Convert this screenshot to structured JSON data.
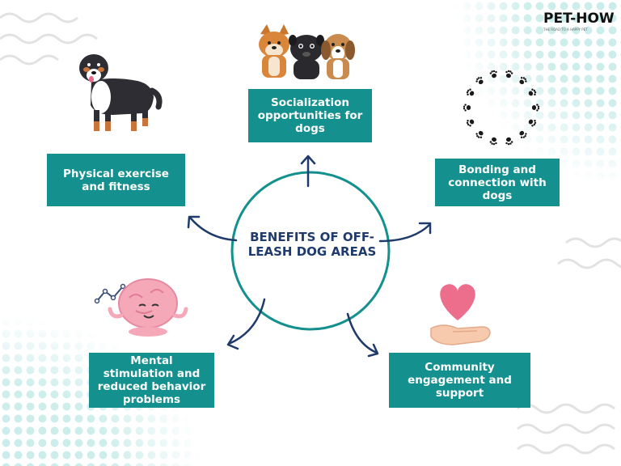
{
  "logo": {
    "text": "PET-HOW",
    "tagline": "THE ROAD TO A HAPPY PET",
    "colors": {
      "text": "#111111",
      "tick": "#e0452b"
    }
  },
  "center": {
    "title": "BENEFITS OF OFF-LEASH DOG AREAS"
  },
  "benefits": [
    {
      "id": "socialization",
      "label": "Socialization opportunities for dogs",
      "icon": "three-dogs-icon"
    },
    {
      "id": "exercise",
      "label": "Physical exercise and fitness",
      "icon": "bernese-dog-icon"
    },
    {
      "id": "bonding",
      "label": "Bonding and connection with dogs",
      "icon": "paw-ring-icon"
    },
    {
      "id": "mental",
      "label": "Mental stimulation and reduced behavior problems",
      "icon": "brain-icon"
    },
    {
      "id": "community",
      "label": "Community engagement and support",
      "icon": "heart-hand-icon"
    }
  ],
  "colors": {
    "box": "#14908f",
    "ring": "#14908f",
    "arrow": "#1f3b6b",
    "title": "#1f3b6b",
    "dots": "#c9ecea",
    "waves": "#e0e0e0"
  }
}
